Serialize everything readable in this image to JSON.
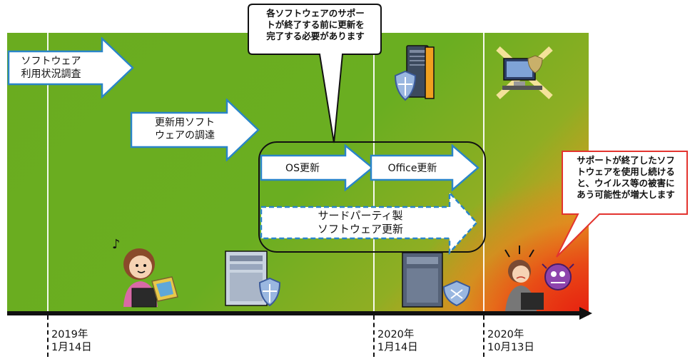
{
  "phases": {
    "survey": "ソフトウェア\n利用状況調査",
    "procure": "更新用ソフト\nウェアの調達",
    "os_update": "OS更新",
    "office_update": "Office更新",
    "third_party_update": "サードパーティ製\nソフトウェア更新"
  },
  "callouts": {
    "top": "各ソフトウェアのサポー\nトが終了する前に更新を\n完了する必要があります",
    "right": "サポートが終了したソフ\nトウェアを使用し続ける\nと、ウイルス等の被害に\nあう可能性が増大します"
  },
  "timeline": {
    "dates": [
      "2019年\n1月14日",
      "2020年\n1月14日",
      "2020年\n10月13日"
    ]
  },
  "colors": {
    "panel_green": "#6aac1f",
    "danger_red": "#e2281c",
    "arrow_border": "#2a85c8",
    "callout_red_border": "#e3342f"
  }
}
